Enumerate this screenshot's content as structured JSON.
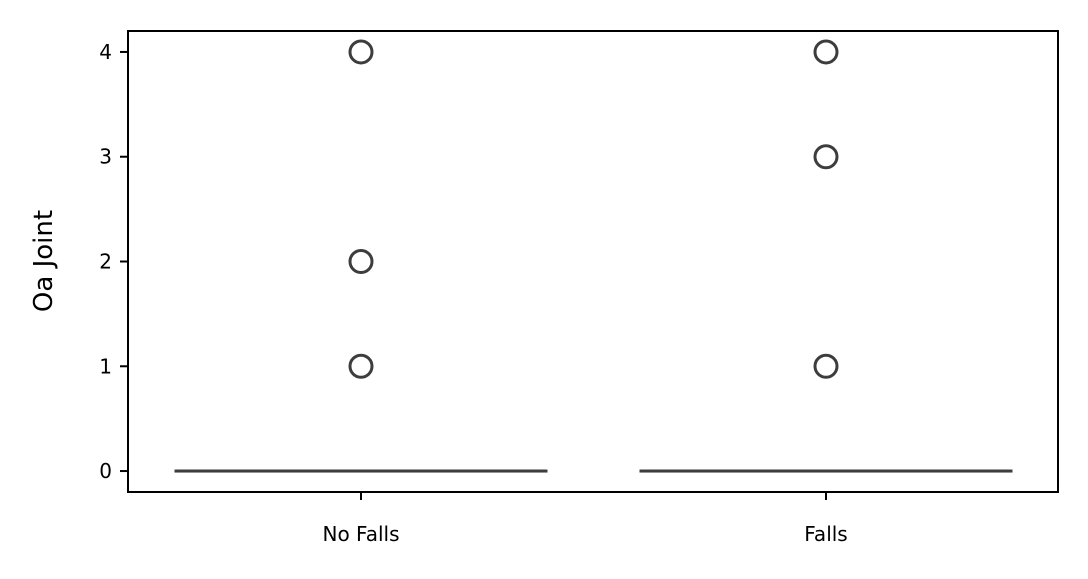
{
  "chart_data": {
    "type": "box",
    "ylabel": "Oa Joint",
    "xlabel": "",
    "categories": [
      "No Falls",
      "Falls"
    ],
    "ylim": [
      -0.2,
      4.2
    ],
    "yticks": [
      0,
      1,
      2,
      3,
      4
    ],
    "grid": false,
    "boxes": [
      {
        "category": "No Falls",
        "min": 0,
        "q1": 0,
        "median": 0,
        "q3": 0,
        "max": 0,
        "outliers": [
          1,
          2,
          4
        ]
      },
      {
        "category": "Falls",
        "min": 0,
        "q1": 0,
        "median": 0,
        "q3": 0,
        "max": 0,
        "outliers": [
          1,
          3,
          4
        ]
      }
    ],
    "colors": {
      "box_line": "#3d3d3d",
      "outlier_edge": "#3d3d3d",
      "axis": "#000000"
    }
  }
}
